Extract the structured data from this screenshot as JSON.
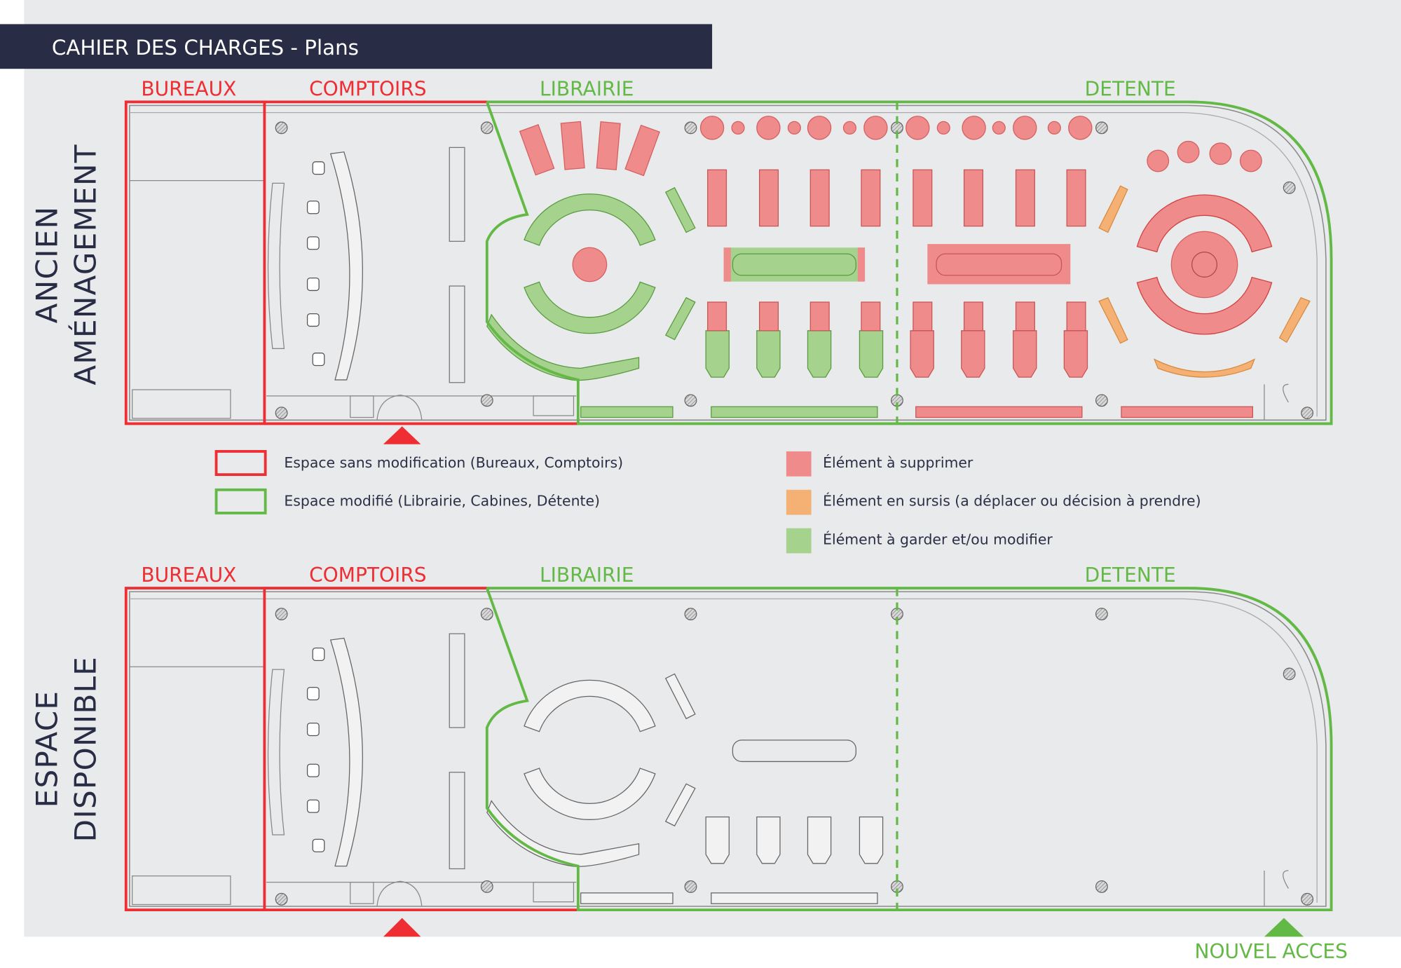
{
  "header": {
    "title": "CAHIER DES CHARGES - Plans"
  },
  "colors": {
    "header_bg": "#282d45",
    "keep_zone": "#ee2e33",
    "modified_zone": "#63b946",
    "remove": "#ef8b8b",
    "pending": "#f5b074",
    "keep_modify": "#a5d28c",
    "page_bg": "#e9eaec"
  },
  "plans": [
    {
      "side_label_line1": "ANCIEN",
      "side_label_line2": "AMÉNAGEMENT",
      "zones": {
        "bureaux": "BUREAUX",
        "comptoirs": "COMPTOIRS",
        "librairie": "LIBRAIRIE",
        "detente": "DETENTE"
      }
    },
    {
      "side_label_line1": "ESPACE",
      "side_label_line2": "DISPONIBLE",
      "zones": {
        "bureaux": "BUREAUX",
        "comptoirs": "COMPTOIRS",
        "librairie": "LIBRAIRIE",
        "detente": "DETENTE"
      }
    }
  ],
  "legend": {
    "zone_unchanged": "Espace sans modification (Bureaux, Comptoirs)",
    "zone_modified": "Espace modifié (Librairie, Cabines, Détente)",
    "remove": "Élément à supprimer",
    "pending": "Élément en sursis (a déplacer ou décision à prendre)",
    "keep": "Élément à garder et/ou modifier"
  },
  "new_access": "NOUVEL ACCES"
}
